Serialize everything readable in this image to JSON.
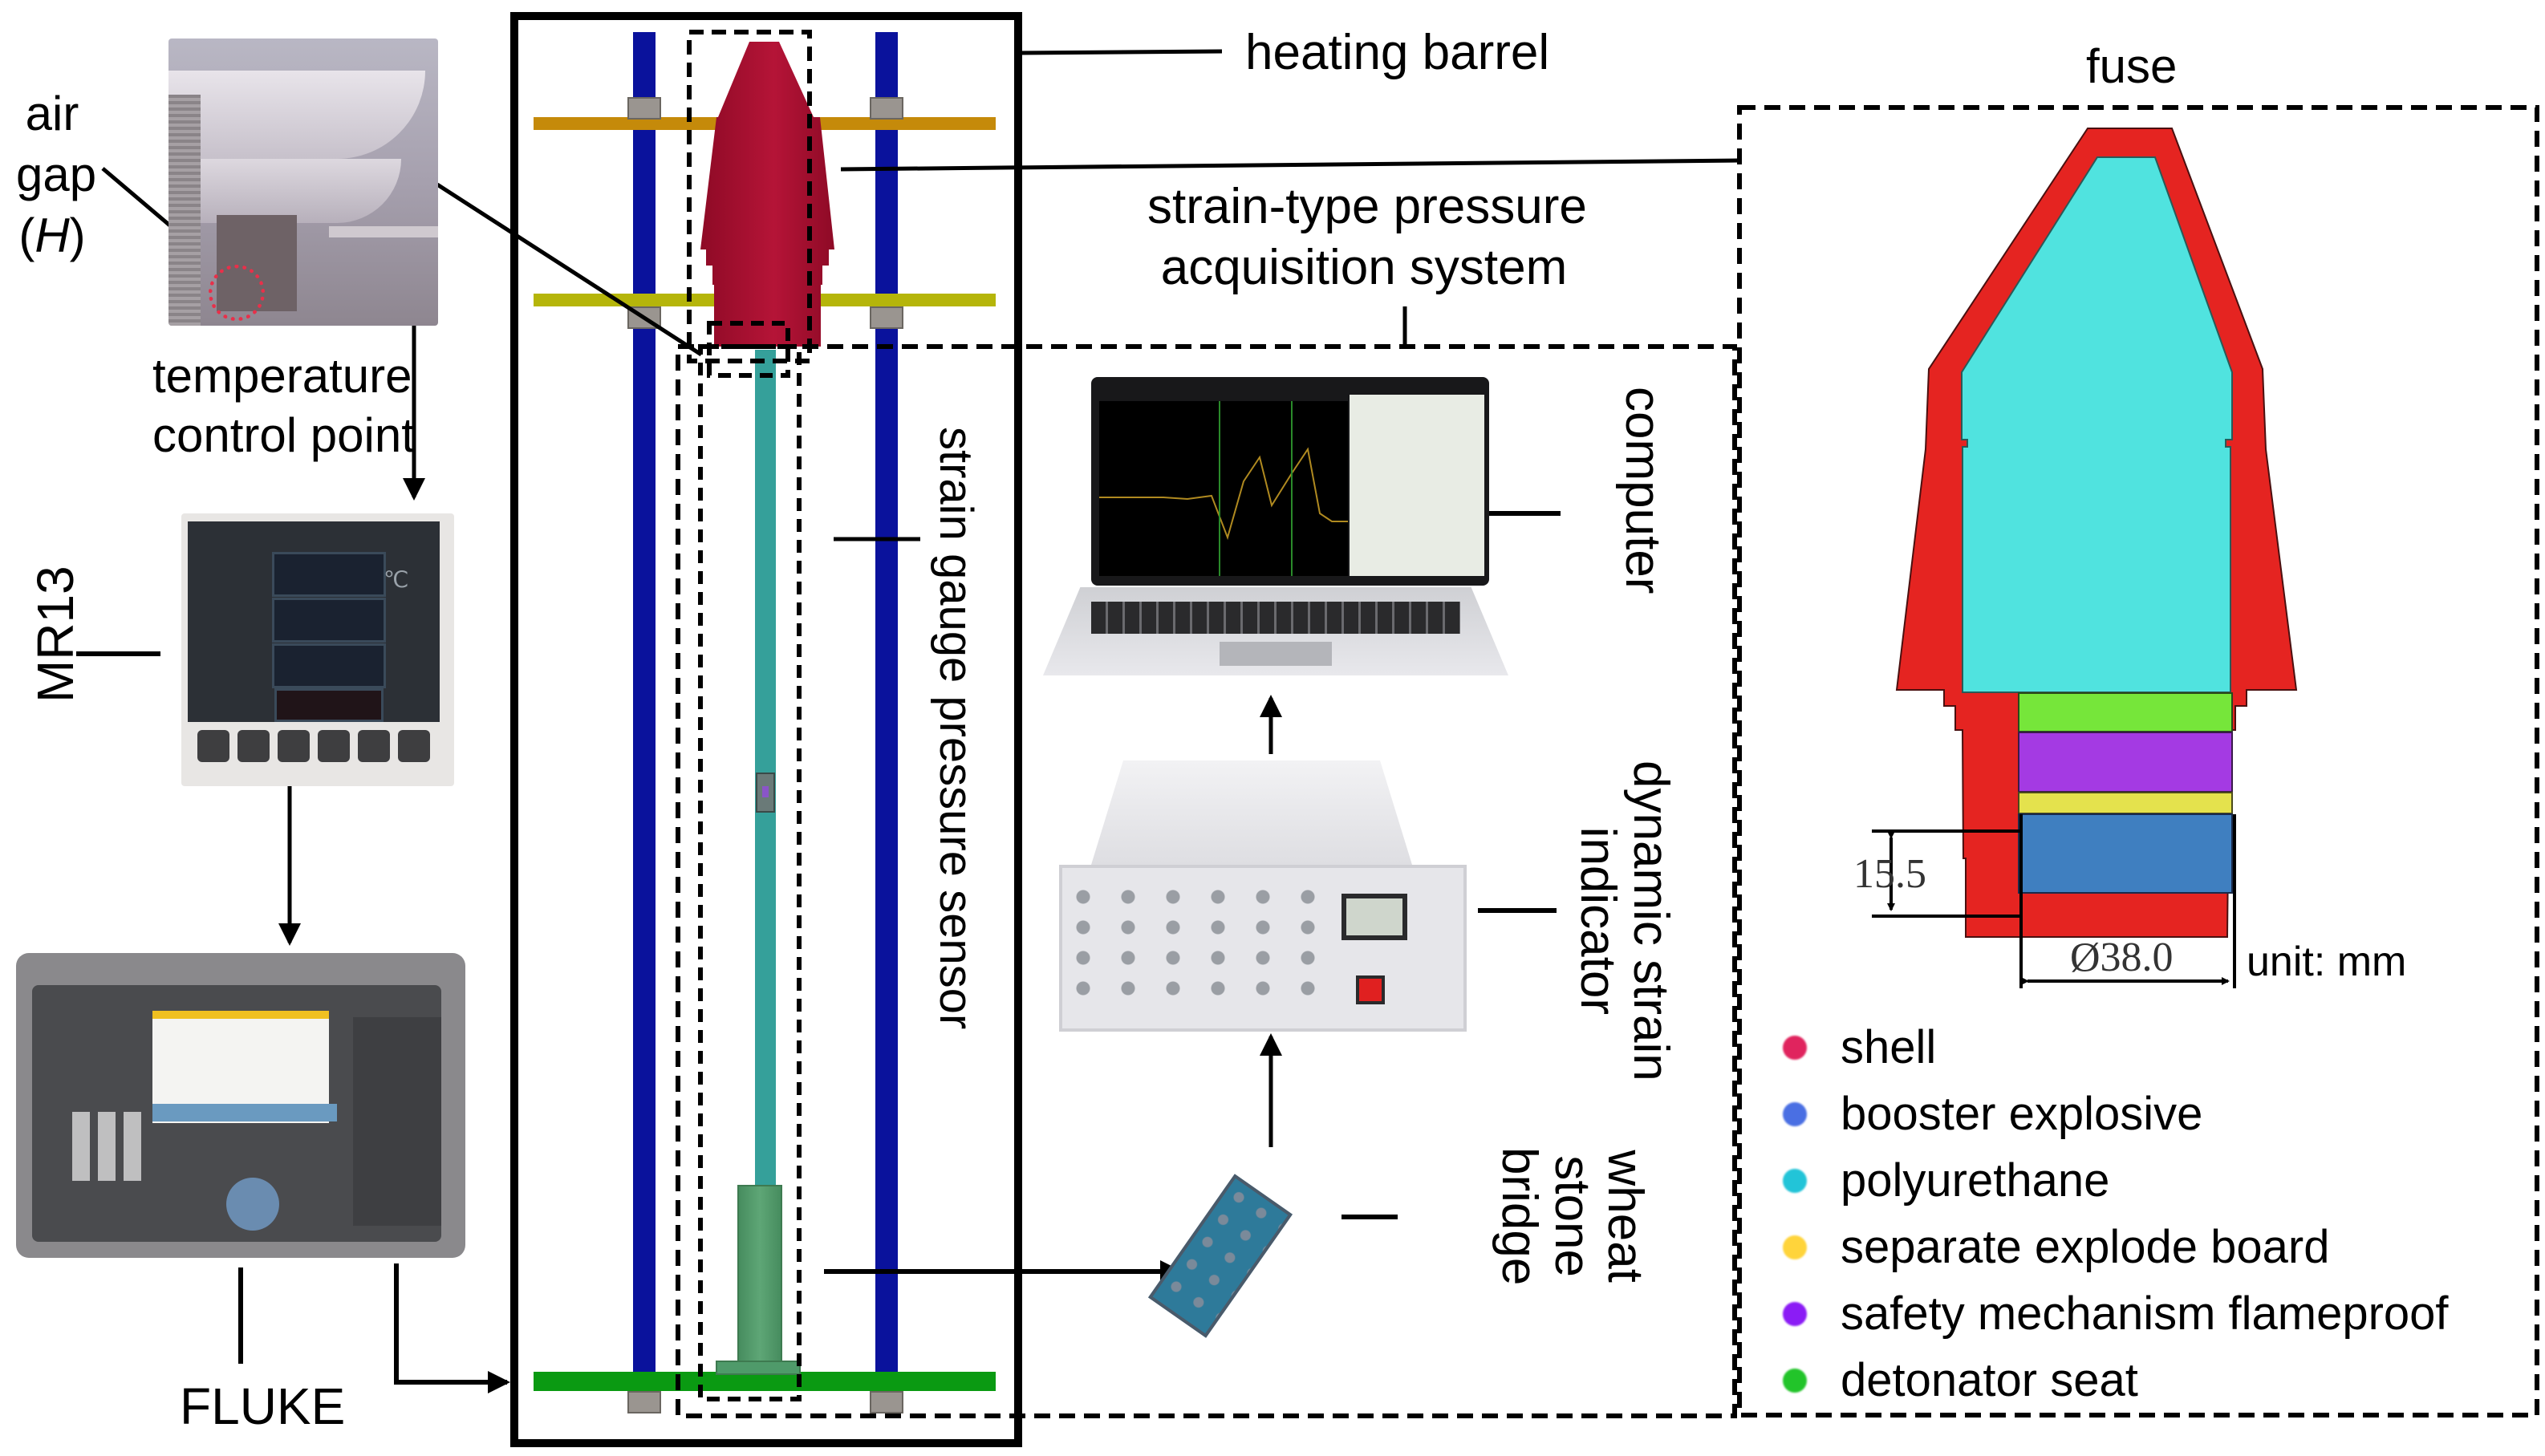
{
  "figure": {
    "labels": {
      "air_gap": [
        "air",
        "gap",
        "(H)"
      ],
      "air_gap_symbol": "H",
      "temperature_control_point": [
        "temperature",
        "control point"
      ],
      "mr13": "MR13",
      "fluke": "FLUKE",
      "heating_barrel": "heating barrel",
      "acquisition_system": [
        "strain-type pressure",
        "acquisition system"
      ],
      "strain_gauge_sensor": "strain gauge pressure sensor",
      "computer": "computer",
      "dynamic_strain_indicator": [
        "dynamic strain",
        "indicator"
      ],
      "wheatstone_bridge": [
        "wheat",
        "stone",
        "bridge"
      ],
      "fuse": "fuse",
      "unit": "unit: mm",
      "dim_height": "15.5",
      "dim_diameter": "Ø38.0"
    },
    "mr13_display": {
      "unit": "℃"
    },
    "legend": [
      {
        "label": "shell",
        "color": "#e0245e"
      },
      {
        "label": "booster explosive",
        "color": "#4a6fe3"
      },
      {
        "label": "polyurethane",
        "color": "#22c4d8"
      },
      {
        "label": "separate explode board",
        "color": "#ffd43b"
      },
      {
        "label": "safety mechanism flameproof",
        "color": "#8b1cf5"
      },
      {
        "label": "detonator seat",
        "color": "#22c42a"
      }
    ],
    "fuse_layers": [
      {
        "name": "shell",
        "color": "#e52421"
      },
      {
        "name": "polyurethane",
        "color": "#50e3df"
      },
      {
        "name": "detonator seat",
        "color": "#76e63a"
      },
      {
        "name": "safety mechanism flameproof",
        "color": "#a43ae3"
      },
      {
        "name": "separate explode board",
        "color": "#e4e24d"
      },
      {
        "name": "booster explosive",
        "color": "#3f7fc0"
      }
    ],
    "rig_colors": {
      "rods": "#0a129c",
      "top_plate": "#c58a0a",
      "middle_plate": "#b5b50a",
      "base_plate": "#0a9a12",
      "barrel": "#a80d2f",
      "sensor_rod": "#35a09a",
      "sensor_base": "#4f9a6a",
      "nut": "#9a9590"
    }
  }
}
